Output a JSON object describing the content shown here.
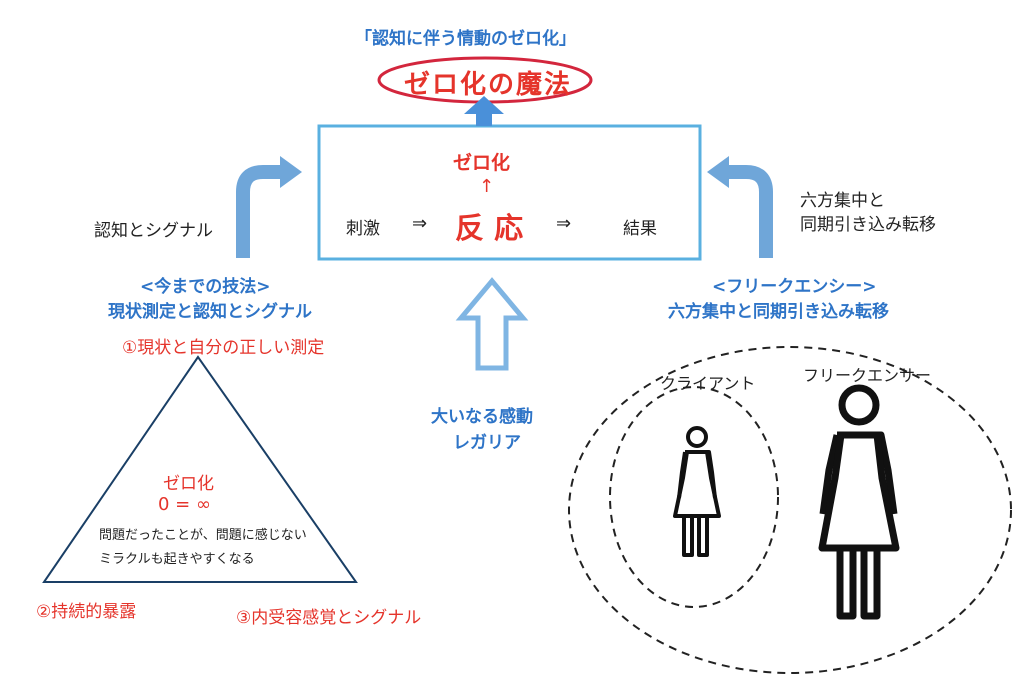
{
  "header": {
    "subtitle": "「認知に伴う情動のゼロ化」",
    "title": "ゼロ化の魔法"
  },
  "center_box": {
    "zero": "ゼロ化",
    "up_arrow": "↑",
    "stimulus": "刺激",
    "arrow_left": "⇒",
    "response": "反 応",
    "arrow_right": "⇒",
    "result": "結果"
  },
  "left_input_label": "認知とシグナル",
  "right_input_label": [
    "六方集中と",
    "同期引き込み転移"
  ],
  "left_section": {
    "title": "<今までの技法>",
    "subtitle": "現状測定と認知とシグナル",
    "point1": "①現状と自分の正しい測定",
    "point2": "②持続的暴露",
    "point3": "③内受容感覚とシグナル",
    "triangle": {
      "zero": "ゼロ化",
      "equation": "0 = ∞",
      "line1": "問題だったことが、問題に感じない",
      "line2": "ミラクルも起きやすくなる"
    }
  },
  "center_bottom": [
    "大いなる感動",
    "レガリア"
  ],
  "right_section": {
    "title": "<フリークエンシー>",
    "subtitle": "六方集中と同期引き込み転移",
    "client_label": "クライアント",
    "frequency_label": "フリークエンサー"
  },
  "colors": {
    "accent_blue": "#2e74c7",
    "arrow_blue": "#6fa6d9",
    "title_red": "#e5342b",
    "ellipse_red": "#d3263d",
    "box_border": "#5ab0e0"
  }
}
